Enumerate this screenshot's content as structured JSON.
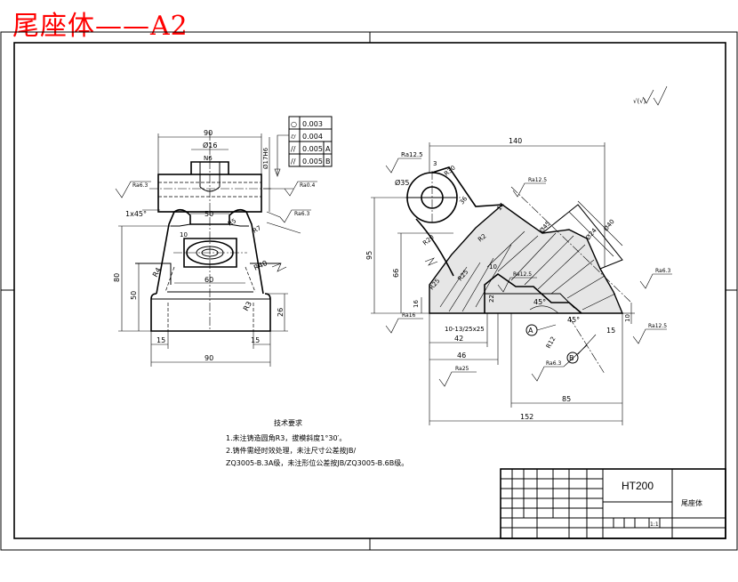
{
  "title": "尾座体——A2",
  "front_view": {
    "dims": {
      "width_top": "90",
      "bore": "Ø16",
      "key": "N6",
      "bore_main": "Ø17H6",
      "chamfer": "1x45°",
      "neck": "50",
      "r5": "R5",
      "r7": "R7",
      "r10": "10",
      "r40": "R40",
      "r4": "R4",
      "base_mid": "60",
      "r3": "R3",
      "height_total": "80",
      "height_mid": "50",
      "base_h": "26",
      "left_15": "15",
      "right_15": "15",
      "base_w": "90"
    },
    "roughness": {
      "left": "Ra6.3",
      "right_top": "Ra0.4",
      "right_mid": "Ra6.3"
    }
  },
  "tolerance_frames": [
    {
      "symbol": "○",
      "value": "0.003",
      "datum": ""
    },
    {
      "symbol": "⌭",
      "value": "0.004",
      "datum": ""
    },
    {
      "symbol": "//",
      "value": "0.005",
      "datum": "A"
    },
    {
      "symbol": "//",
      "value": "0.005",
      "datum": "B"
    }
  ],
  "side_view": {
    "dims": {
      "top_w": "140",
      "ra_top": "Ra12.5",
      "d3": "3",
      "r30": "R30",
      "d35": "Ø35",
      "ra_upper": "Ra12.5",
      "d36": "36",
      "d14": "14",
      "d45": "Ø45",
      "d40": "Ø40",
      "d24": "Ø24",
      "r20": "R20",
      "r2": "R2",
      "h95": "95",
      "h66": "66",
      "d10": "10",
      "r25a": "R25",
      "r25b": "R25",
      "ra_mid": "Ra12.5",
      "ra_right": "Ra6.3",
      "d22": "22",
      "d16": "16",
      "ang_a": "45°",
      "ang_b": "45°",
      "d10r": "10",
      "d15": "15",
      "ra_r25": "Ra12.5",
      "thread": "10-13/25x25",
      "d42": "42",
      "d46": "46",
      "d85": "85",
      "d152": "152",
      "ra_bl": "Ra16",
      "ra_bottom": "Ra25",
      "ra_ang": "Ra6.3",
      "r12": "R12"
    },
    "datum_a": "A",
    "datum_b": "B"
  },
  "general_roughness": "√(√)",
  "notes": {
    "heading": "技术要求",
    "line1": "1.未注铸造圆角R3，拔模斜度1°30′。",
    "line2": "2.铸件需经时效处理，未注尺寸公差按JB/",
    "line3": "ZQ3005-B.3A级，未注形位公差按JB/ZQ3005-B.6B级。"
  },
  "title_block": {
    "material": "HT200",
    "part_name": "尾座体",
    "scale": "1:1"
  }
}
